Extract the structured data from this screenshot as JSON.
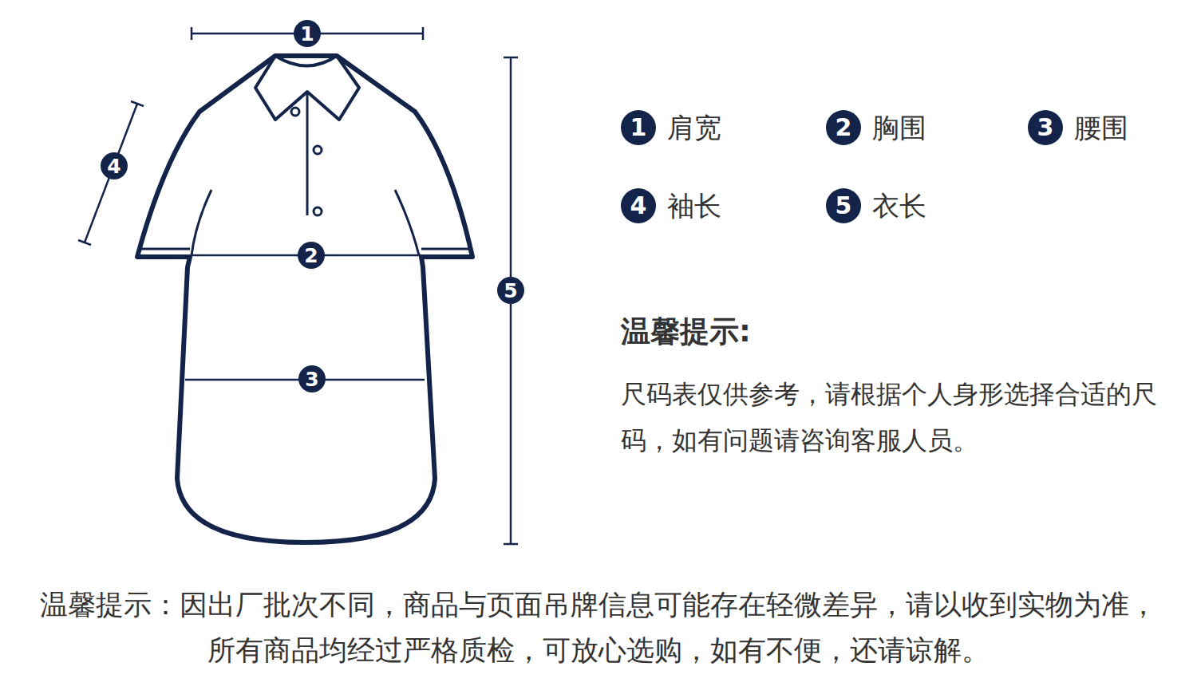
{
  "diagram": {
    "nodes": [
      {
        "text": [
          "1"
        ]
      },
      {
        "text": [
          "4"
        ]
      },
      {
        "text": [
          "2"
        ]
      },
      {
        "text": [
          "3"
        ]
      },
      {
        "text": [
          "5"
        ]
      },
      {
        "text": [
          "1",
          "肩宽"
        ]
      },
      {
        "text": [
          "2",
          "胸围"
        ]
      },
      {
        "text": [
          "3",
          "腰围"
        ]
      },
      {
        "text": [
          "4",
          "袖长"
        ]
      },
      {
        "text": [
          "5",
          "衣长"
        ]
      }
    ],
    "labels": [
      "温馨提示:",
      "尺码表仅供参考，请根据个人身形选择合适的尺码，如有问题请咨询客服人员。",
      "温馨提示：因出厂批次不同，商品与页面吊牌信息可能存在轻微差异，请以收到实物为准，所有商品均经过严格质检，可放心选购，如有不便，还请谅解。"
    ]
  }
}
